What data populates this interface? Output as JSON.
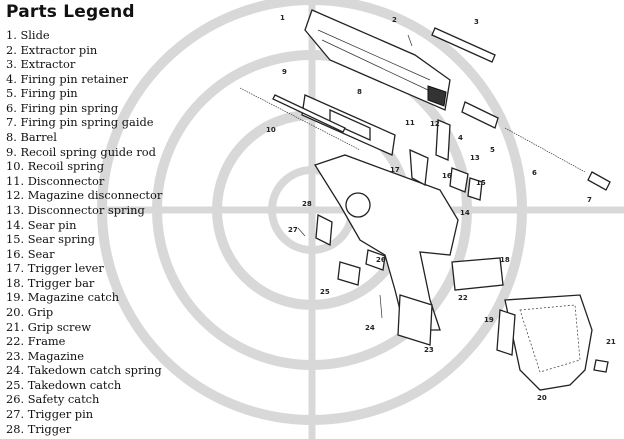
{
  "title": "Parts Legend",
  "legend": [
    "1. Slide",
    "2. Extractor pin",
    "3. Extractor",
    "4. Firing pin retainer",
    "5. Firing pin",
    "6. Firing pin spring",
    "7. Firing pin spring gaide",
    "8. Barrel",
    "9. Recoil spring guide rod",
    "10. Recoil spring",
    "11. Disconnector",
    "12. Magazine disconnector",
    "13. Disconnector spring",
    "14. Sear pin",
    "15. Sear spring",
    "16. Sear",
    "17. Trigger lever",
    "18. Trigger bar",
    "19. Magazine catch",
    "20. Grip",
    "21. Grip screw",
    "22. Frame",
    "23. Magazine",
    "24. Takedown catch spring",
    "25. Takedown catch",
    "26. Safety catch",
    "27. Trigger pin",
    "28. Trigger"
  ],
  "callouts": [
    "1",
    "2",
    "3",
    "4",
    "5",
    "6",
    "7",
    "8",
    "9",
    "10",
    "11",
    "12",
    "13",
    "14",
    "15",
    "16",
    "17",
    "18",
    "19",
    "20",
    "21",
    "22",
    "23",
    "24",
    "25",
    "26",
    "27",
    "28"
  ],
  "watermark_color": "#d8d8d8"
}
